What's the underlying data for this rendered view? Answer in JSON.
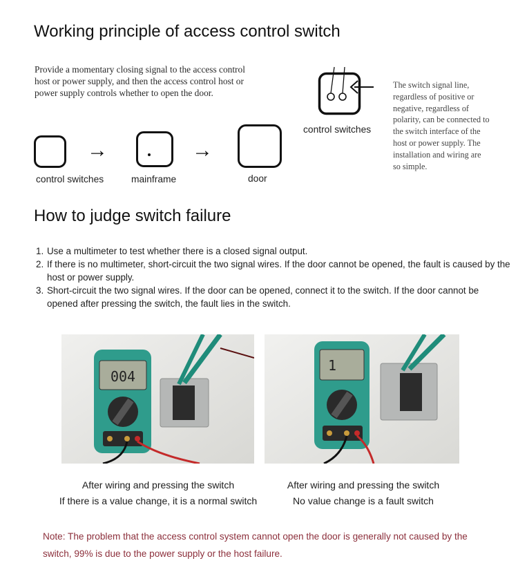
{
  "section1": {
    "title": "Working principle of access control switch",
    "intro": "Provide a momentary closing signal to the access control host or power supply, and then the access control host or power supply controls whether to open the door.",
    "flow": {
      "labels": [
        "control switches",
        "mainframe",
        "door"
      ],
      "arrow": "→"
    },
    "wiring": {
      "label": "control switches",
      "note": "The switch signal line, regardless of positive or negative, regardless of polarity, can be connected to the switch interface of the host or power supply. The installation and wiring are so simple."
    }
  },
  "section2": {
    "title": "How to judge switch failure",
    "steps": [
      {
        "num": "1.",
        "text": "Use a multimeter to test whether there is a closed signal output."
      },
      {
        "num": "2.",
        "text": "If there is no multimeter, short-circuit the two signal wires. If the door cannot be opened, the fault is caused by the host or power supply."
      },
      {
        "num": "3.",
        "text": "Short-circuit the two signal wires. If the door can be opened, connect it to the switch. If the door cannot be opened after pressing the switch, the fault lies in the switch."
      }
    ]
  },
  "photos": [
    {
      "display": "004",
      "caption_line1": "After wiring and pressing the switch",
      "caption_line2": "If there is a value change, it is a normal switch"
    },
    {
      "display": "1",
      "caption_line1": "After wiring and pressing the switch",
      "caption_line2": "No value change is a fault switch"
    }
  ],
  "note": "Note: The problem that the access control system cannot open the door is generally not caused by the switch, 99% is due to the power supply or the host failure.",
  "colors": {
    "note_text": "#8c2f3b",
    "meter_body": "#2f9c8c",
    "probe_red": "#c42a2a"
  }
}
